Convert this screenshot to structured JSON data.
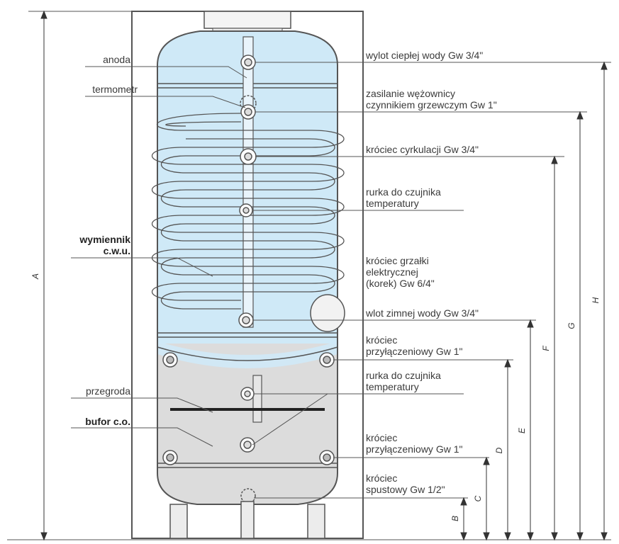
{
  "left_labels": {
    "anoda": "anoda",
    "termometr": "termometr",
    "wymiennik_1": "wymiennik",
    "wymiennik_2": "c.w.u.",
    "przegroda": "przegroda",
    "bufor": "bufor c.o."
  },
  "right_labels": {
    "wylot": "wylot ciepłej wody Gw 3/4\"",
    "zasilanie_1": "zasilanie wężownicy",
    "zasilanie_2": "czynnikiem grzewczym Gw 1\"",
    "cyrkulacja": "króciec cyrkulacji Gw 3/4\"",
    "rurka1_1": "rurka do czujnika",
    "rurka1_2": "temperatury",
    "grzalka_1": "króciec grzałki",
    "grzalka_2": "elektrycznej",
    "grzalka_3": "(korek) Gw 6/4\"",
    "wlot": "wlot zimnej wody Gw 3/4\"",
    "przyl1_1": "króciec",
    "przyl1_2": "przyłączeniowy Gw 1\"",
    "rurka2_1": "rurka do czujnika",
    "rurka2_2": "temperatury",
    "przyl2_1": "króciec",
    "przyl2_2": "przyłączeniowy Gw 1\"",
    "spust_1": "króciec",
    "spust_2": "spustowy Gw 1/2\""
  },
  "dimensions": {
    "A": "A",
    "B": "B",
    "C": "C",
    "D": "D",
    "E": "E",
    "F": "F",
    "G": "G",
    "H": "H"
  },
  "colors": {
    "water": "#cfe9f7",
    "buffer": "#dcdcdc",
    "line": "#555555"
  }
}
